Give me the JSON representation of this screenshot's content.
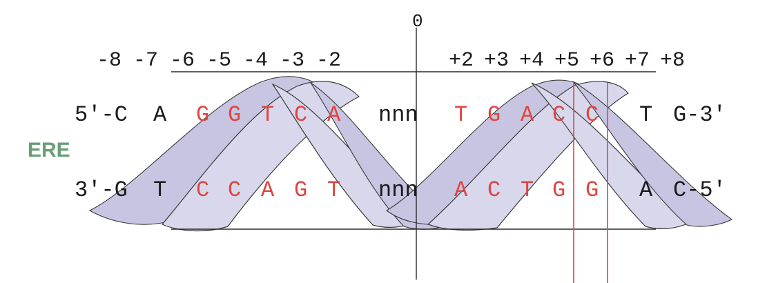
{
  "zero_label": "0",
  "positions_left": [
    "-8",
    "-7",
    "-6",
    "-5",
    "-4",
    "-3",
    "-2"
  ],
  "positions_right": [
    "+2",
    "+3",
    "+4",
    "+5",
    "+6",
    "+7",
    "+8"
  ],
  "element_label": "ERE",
  "top_strand": {
    "prefix": "5′-C",
    "bases": [
      {
        "t": "A",
        "c": "black"
      },
      {
        "t": "G",
        "c": "red"
      },
      {
        "t": "G",
        "c": "red"
      },
      {
        "t": "T",
        "c": "red"
      },
      {
        "t": "C",
        "c": "red"
      },
      {
        "t": "A",
        "c": "red"
      },
      {
        "t": "nnn",
        "c": "black"
      },
      {
        "t": "T",
        "c": "red"
      },
      {
        "t": "G",
        "c": "red"
      },
      {
        "t": "A",
        "c": "red"
      },
      {
        "t": "C",
        "c": "red"
      },
      {
        "t": "C",
        "c": "red"
      },
      {
        "t": "T",
        "c": "black"
      }
    ],
    "suffix": "G-3′"
  },
  "bottom_strand": {
    "prefix": "3′-G",
    "bases": [
      {
        "t": "T",
        "c": "black"
      },
      {
        "t": "C",
        "c": "red"
      },
      {
        "t": "C",
        "c": "red"
      },
      {
        "t": "A",
        "c": "red"
      },
      {
        "t": "G",
        "c": "red"
      },
      {
        "t": "T",
        "c": "red"
      },
      {
        "t": "nnn",
        "c": "black"
      },
      {
        "t": "A",
        "c": "red"
      },
      {
        "t": "C",
        "c": "red"
      },
      {
        "t": "T",
        "c": "red"
      },
      {
        "t": "G",
        "c": "red"
      },
      {
        "t": "G",
        "c": "red"
      },
      {
        "t": "A",
        "c": "black"
      }
    ],
    "suffix": "C-5′"
  },
  "colors": {
    "highlight": "#e0453f",
    "text": "#1a1a1a",
    "label": "#6a9e78",
    "ribbon": "#d9d7ec"
  }
}
